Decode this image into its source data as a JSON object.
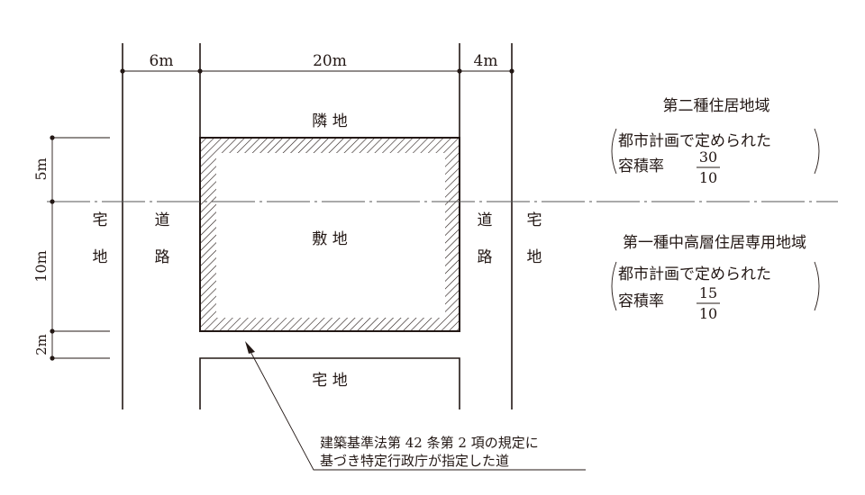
{
  "dimensions": {
    "road_west_width": "6m",
    "site_width": "20m",
    "road_east_width": "4m",
    "north_depth": "5m",
    "south_depth": "10m",
    "gap_depth": "2m"
  },
  "plots": {
    "north": "隣 地",
    "site": "敷 地",
    "south": "宅 地",
    "west_lot_1": "宅",
    "west_lot_2": "地",
    "west_road_1": "道",
    "west_road_2": "路",
    "east_road_1": "道",
    "east_road_2": "路",
    "east_lot_1": "宅",
    "east_lot_2": "地"
  },
  "zones": {
    "upper": {
      "name": "第二種住居地域",
      "note": "都市計画で定められた",
      "ratio_label": "容積率",
      "numerator": "30",
      "denominator": "10"
    },
    "lower": {
      "name": "第一種中高層住居専用地域",
      "note": "都市計画で定められた",
      "ratio_label": "容積率",
      "numerator": "15",
      "denominator": "10"
    }
  },
  "callout": {
    "line1": "建築基準法第 42 条第 2 項の規定に",
    "line2": "基づき特定行政庁が指定した道"
  }
}
